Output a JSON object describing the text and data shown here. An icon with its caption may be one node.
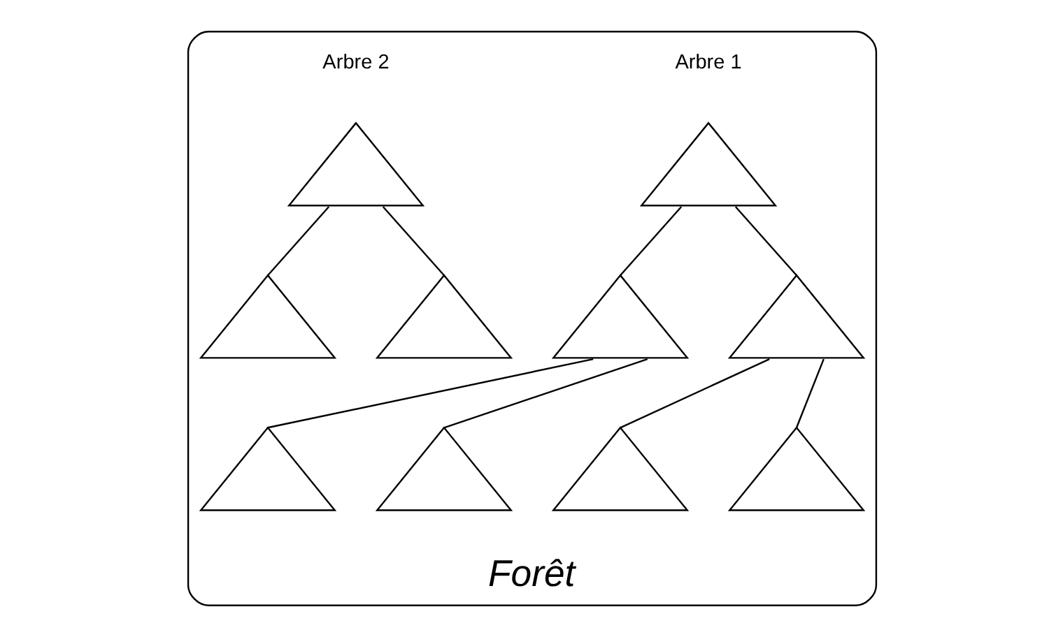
{
  "diagram": {
    "nodes": [
      {
        "text": [
          "Forêt"
        ]
      },
      {
        "text": [],
        "shape": "triangle",
        "in": 0,
        "beside": [
          "Arbre 1"
        ]
      },
      {
        "text": [],
        "shape": "triangle",
        "in": 0
      },
      {
        "text": [],
        "shape": "triangle",
        "in": 0
      },
      {
        "text": [],
        "shape": "triangle",
        "in": 0
      },
      {
        "text": [],
        "shape": "triangle",
        "in": 0
      },
      {
        "text": [],
        "shape": "triangle",
        "in": 0
      },
      {
        "text": [],
        "shape": "triangle",
        "in": 0
      },
      {
        "text": [],
        "shape": "triangle",
        "in": 0,
        "beside": [
          "Arbre 2"
        ]
      },
      {
        "text": [],
        "shape": "triangle",
        "in": 0
      },
      {
        "text": [],
        "shape": "triangle",
        "in": 0
      }
    ],
    "edges": [
      {
        "from": 1,
        "to": 2,
        "arrow": "none"
      },
      {
        "from": 1,
        "to": 3,
        "arrow": "none"
      },
      {
        "from": 2,
        "to": 4,
        "arrow": "none"
      },
      {
        "from": 2,
        "to": 5,
        "arrow": "none"
      },
      {
        "from": 3,
        "to": 6,
        "arrow": "none"
      },
      {
        "from": 3,
        "to": 7,
        "arrow": "none"
      },
      {
        "from": 8,
        "to": 9,
        "arrow": "none"
      },
      {
        "from": 8,
        "to": 10,
        "arrow": "none"
      }
    ]
  }
}
